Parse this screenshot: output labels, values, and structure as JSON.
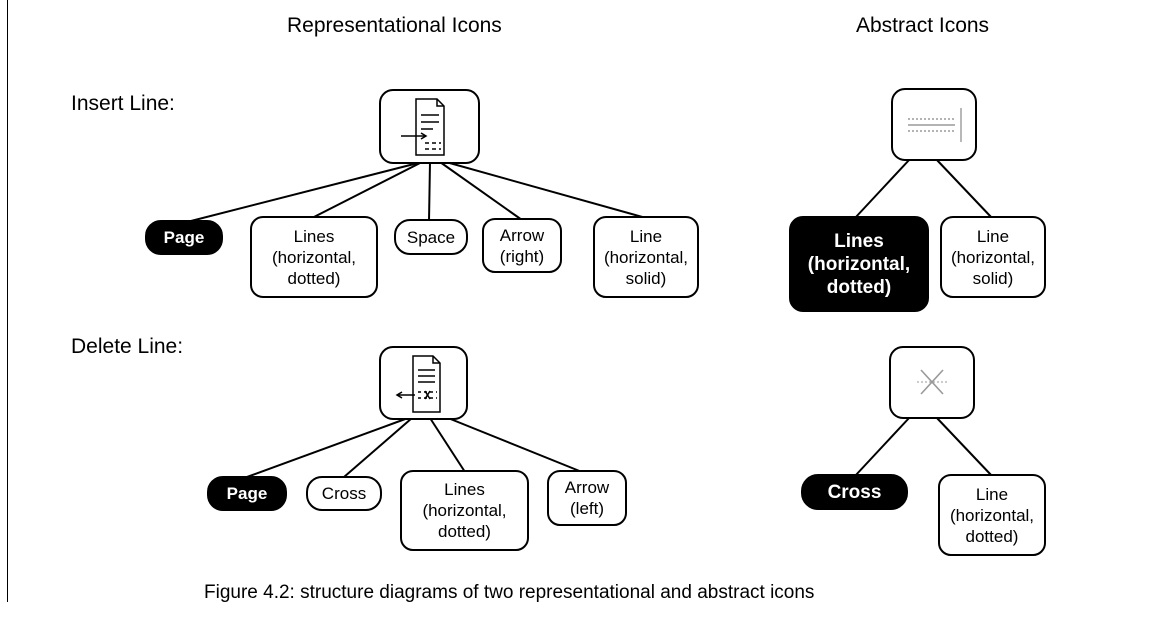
{
  "headings": {
    "representational": "Representational Icons",
    "abstract": "Abstract Icons"
  },
  "rows": {
    "insert_label": "Insert Line:",
    "delete_label": "Delete Line:"
  },
  "insert_representational": {
    "icon": "document-insert-line-icon",
    "children": [
      "Page",
      "Lines\n(horizontal,\ndotted)",
      "Space",
      "Arrow\n(right)",
      "Line\n(horizontal,\nsolid)"
    ]
  },
  "insert_abstract": {
    "icon": "dotted-lines-icon",
    "children": [
      "Lines\n(horizontal,\ndotted)",
      "Line\n(horizontal,\nsolid)"
    ]
  },
  "delete_representational": {
    "icon": "document-delete-line-icon",
    "children": [
      "Page",
      "Cross",
      "Lines\n(horizontal,\ndotted)",
      "Arrow\n(left)"
    ]
  },
  "delete_abstract": {
    "icon": "cross-icon",
    "children": [
      "Cross",
      "Line\n(horizontal,\ndotted)"
    ]
  },
  "caption": "Figure 4.2:  structure diagrams of two representational and abstract icons",
  "colors": {
    "highlight_node": "#000000",
    "line": "#000000",
    "abstract_icon_stroke": "#9a9a9a"
  }
}
